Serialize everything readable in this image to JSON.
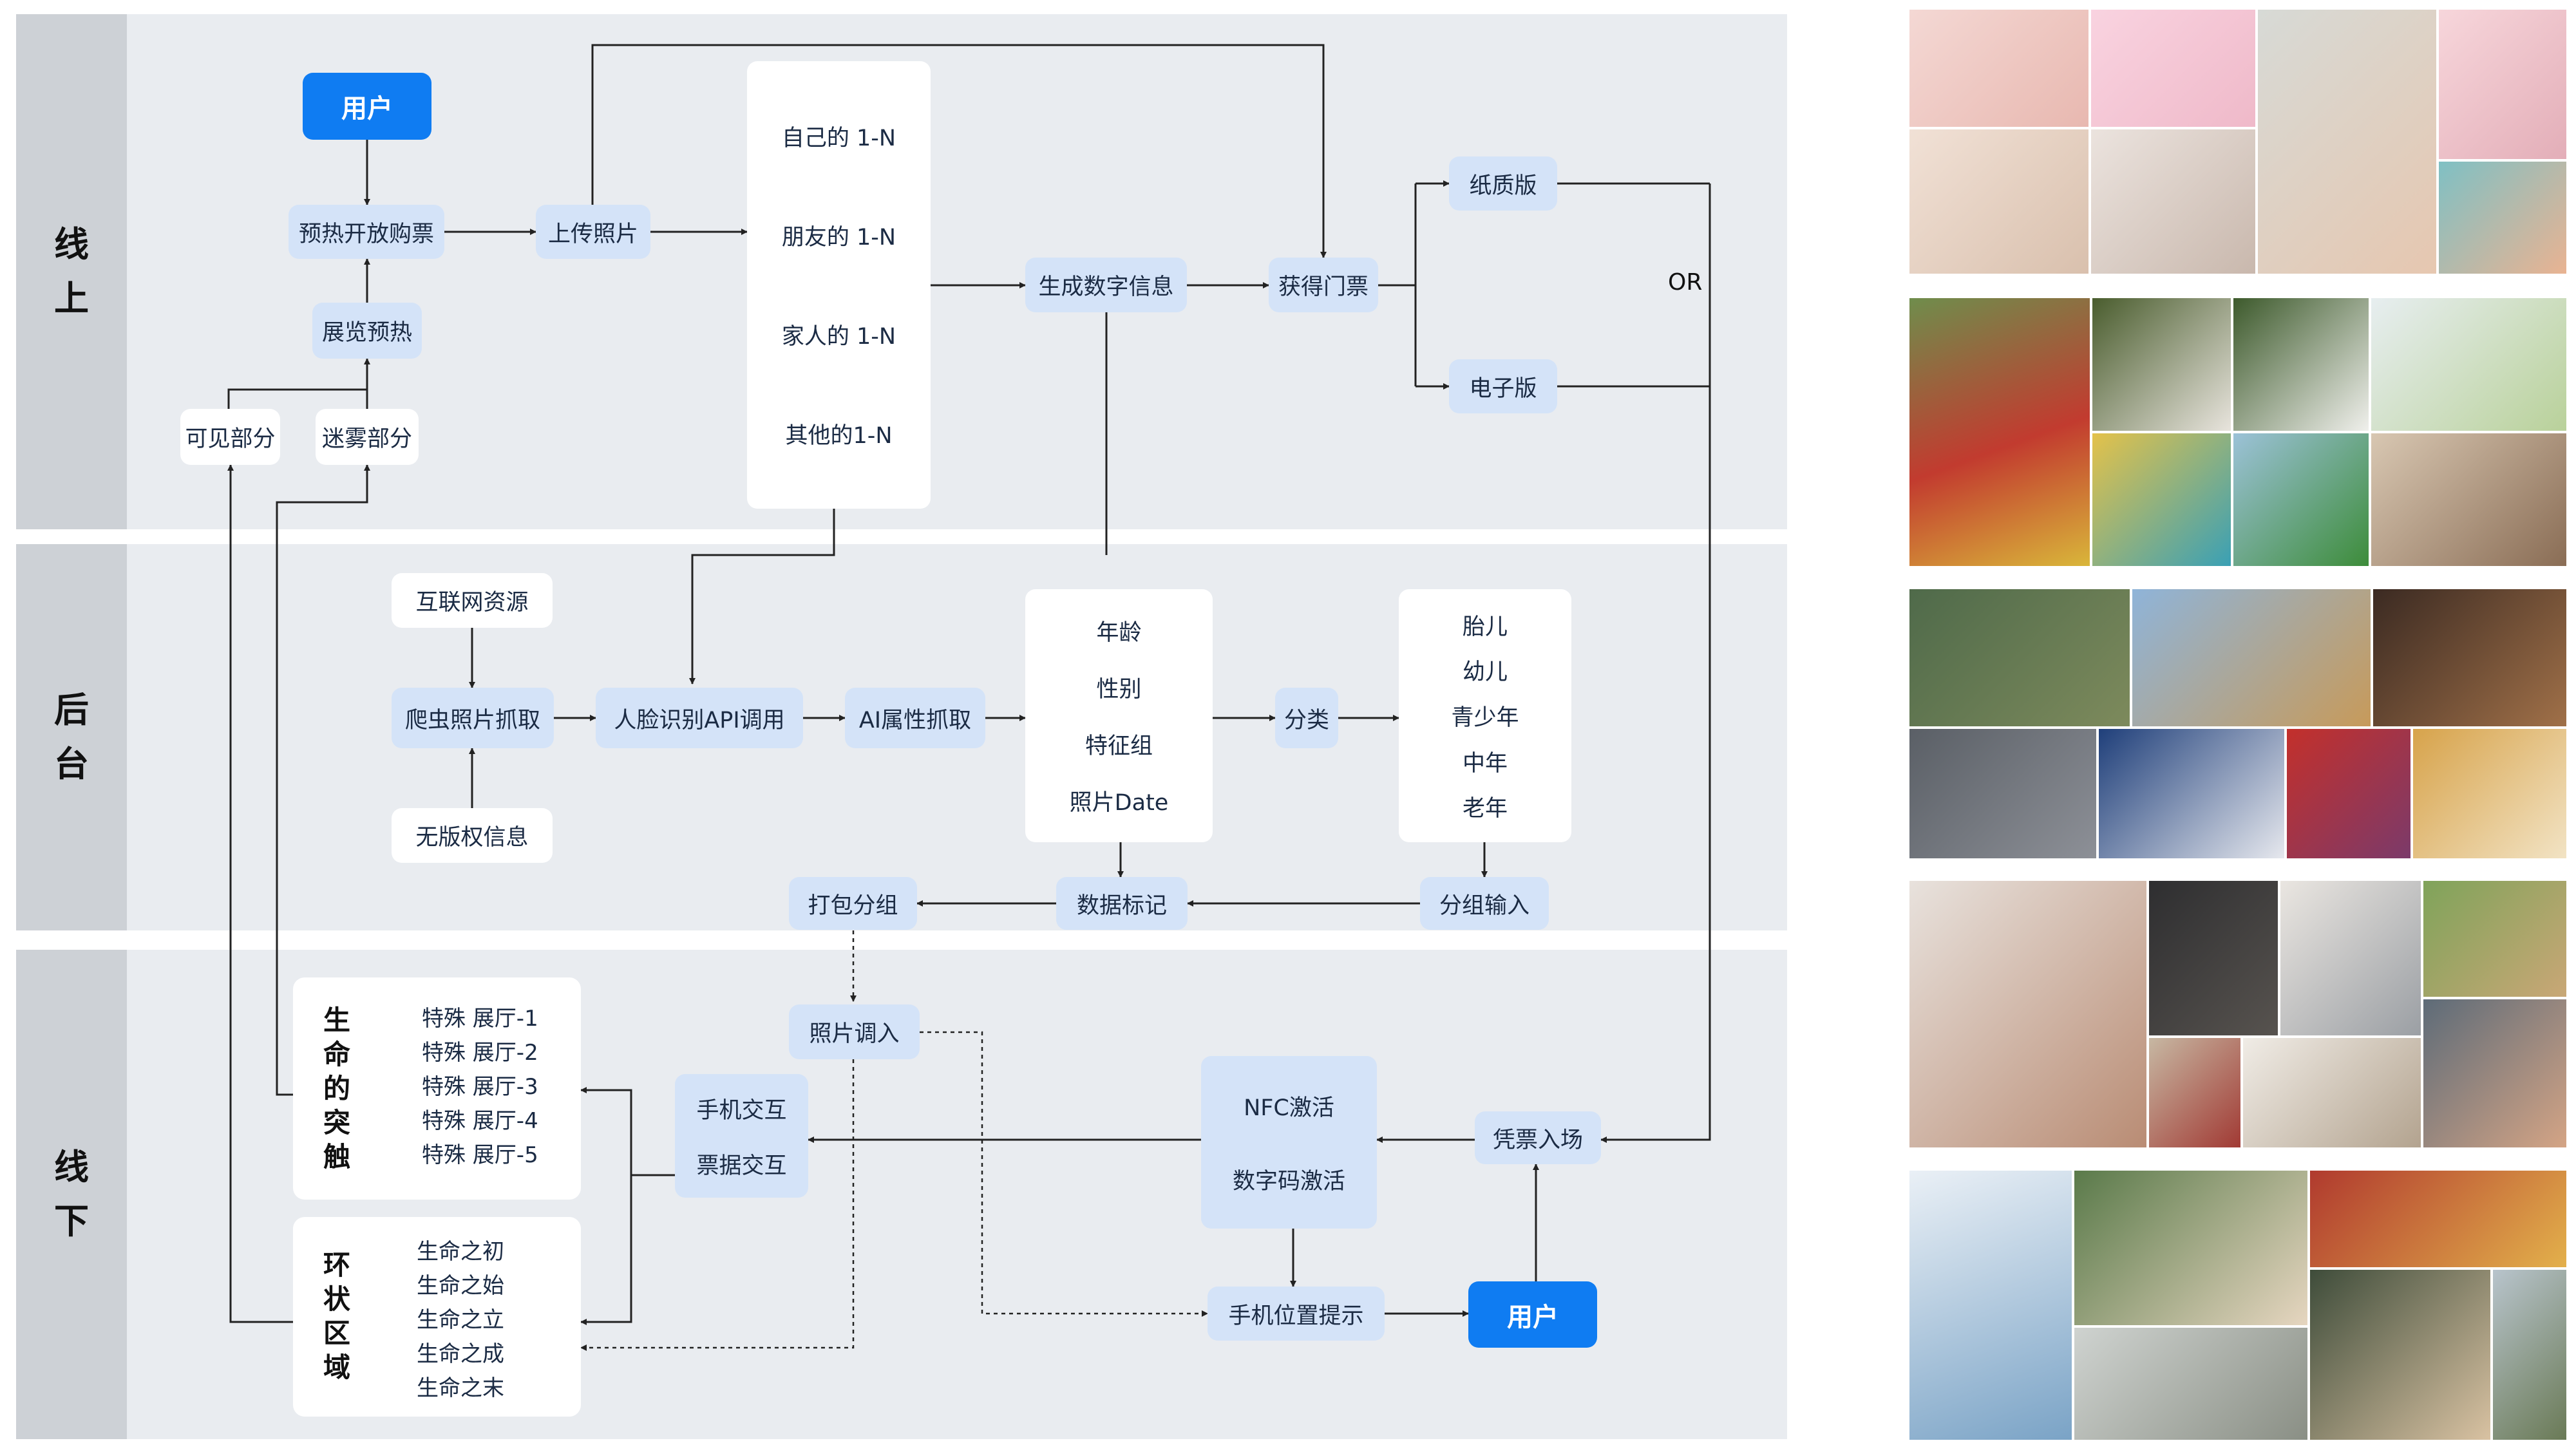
{
  "sections": {
    "online": "线上",
    "backend": "后台",
    "offline": "线下"
  },
  "online": {
    "user": "用户",
    "presale": "预热开放购票",
    "exhibit": "展览预热",
    "visible": "可见部分",
    "fog": "迷雾部分",
    "upload": "上传照片",
    "photo_list": [
      "自己的 1-N",
      "朋友的 1-N",
      "家人的 1-N",
      "其他的1-N"
    ],
    "gen_digital": "生成数字信息",
    "get_ticket": "获得门票",
    "paper": "纸质版",
    "electronic": "电子版",
    "or": "OR"
  },
  "backend": {
    "internet": "互联网资源",
    "crawler": "爬虫照片抓取",
    "nocopyright": "无版权信息",
    "face_api": "人脸识别API调用",
    "ai_attr": "AI属性抓取",
    "attrs": [
      "年龄",
      "性别",
      "特征组",
      "照片Date"
    ],
    "classify": "分类",
    "ages": [
      "胎儿",
      "幼儿",
      "青少年",
      "中年",
      "老年"
    ],
    "pack": "打包分组",
    "mark": "数据标记",
    "group_input": "分组输入"
  },
  "offline": {
    "photo_in": "照片调入",
    "life_touch": "生命的突触",
    "halls": [
      "特殊 展厅-1",
      "特殊 展厅-2",
      "特殊 展厅-3",
      "特殊 展厅-4",
      "特殊 展厅-5"
    ],
    "ring": "环状区域",
    "ring_items": [
      "生命之初",
      "生命之始",
      "生命之立",
      "生命之成",
      "生命之末"
    ],
    "phone_interact": "手机交互",
    "ticket_interact": "票据交互",
    "nfc": "NFC激活",
    "digicode": "数字码激活",
    "entry": "凭票入场",
    "phone_loc": "手机位置提示",
    "user2": "用户"
  },
  "photos": [
    "babies-collage",
    "children-collage",
    "youth-collage",
    "family-collage",
    "elderly-collage"
  ],
  "colors": {
    "band": "#e9ecf0",
    "label": "#cdd1d6",
    "node": "#d4e3f8",
    "accent": "#0f7cf2"
  }
}
